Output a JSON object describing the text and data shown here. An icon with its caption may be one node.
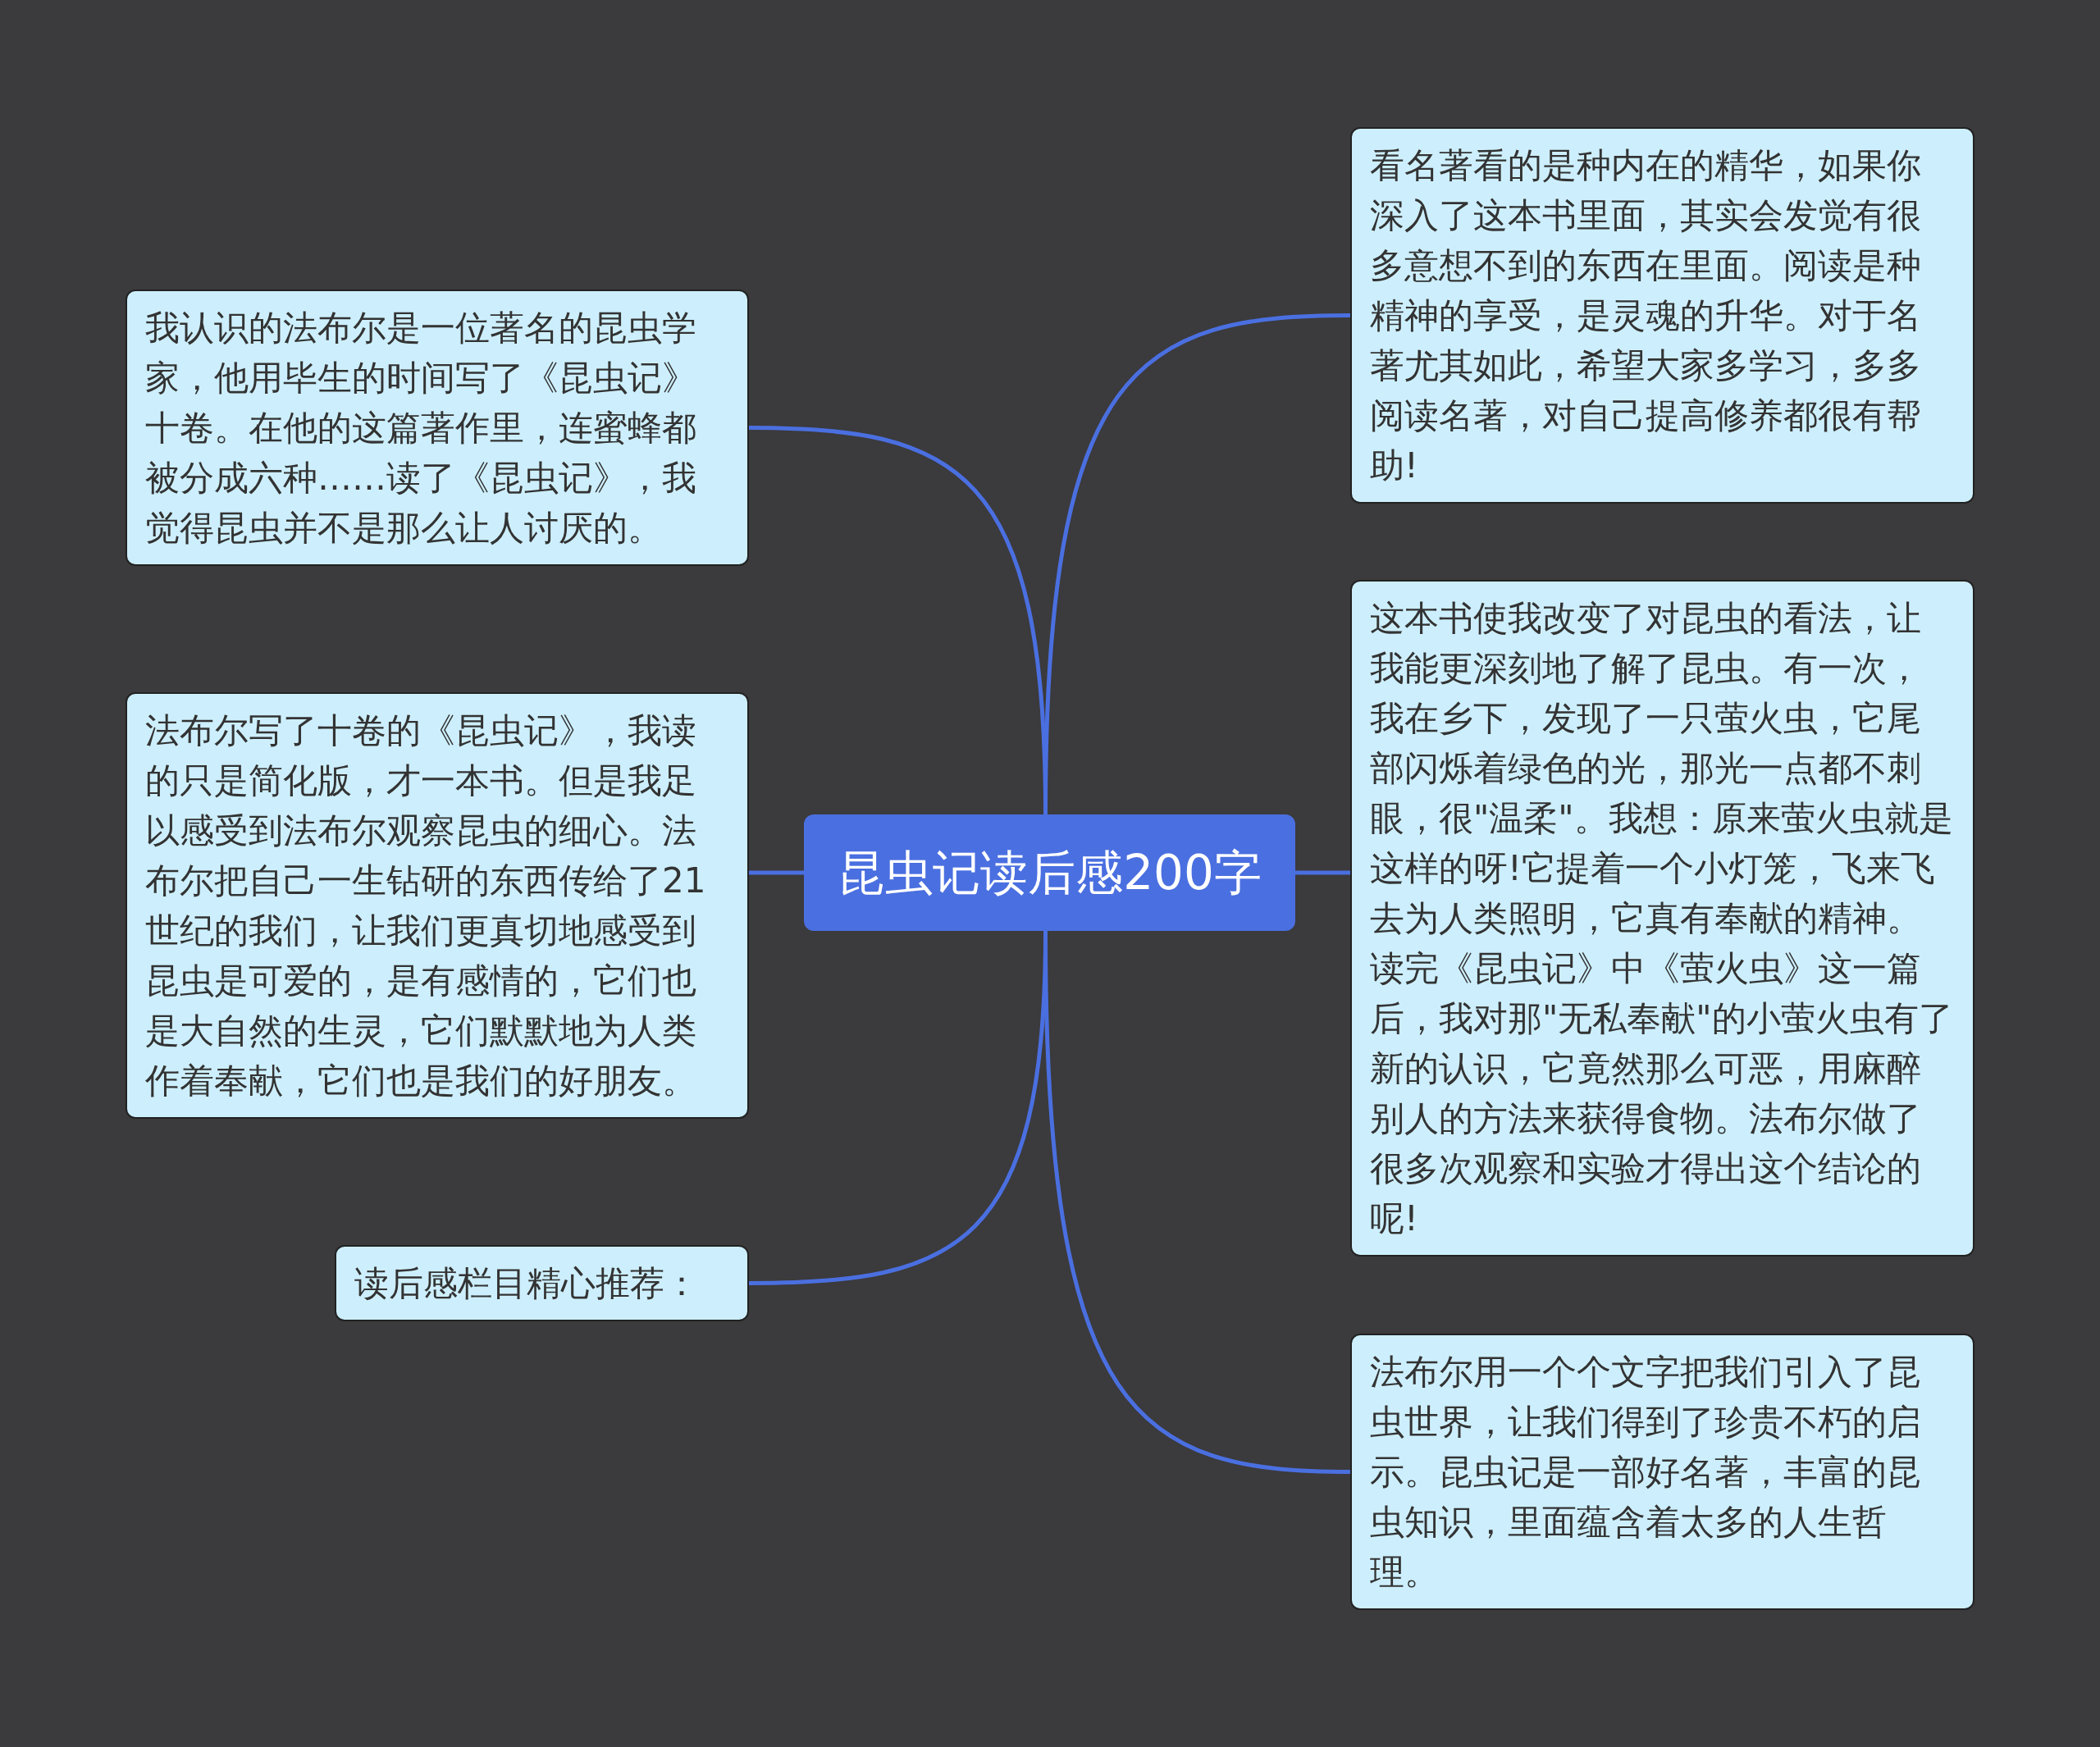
{
  "diagram": {
    "nodes": [
      {
        "text": [
          "昆虫记读后感200字"
        ]
      },
      {
        "text": [
          "我认识的法布尔是一位著名的昆虫学家，他用毕生的时间写了《昆虫记》十卷。在他的这篇著作里，连蜜蜂都被分成六种……读了《昆虫记》，我觉得昆虫并不是那么让人讨厌的。"
        ]
      },
      {
        "text": [
          "法布尔写了十卷的《昆虫记》，我读的只是简化版，才一本书。但是我足以感受到法布尔观察昆虫的细心。法布尔把自己一生钻研的东西传给了21世纪的我们，让我们更真切地感受到昆虫是可爱的，是有感情的，它们也是大自然的生灵，它们默默地为人类作着奉献，它们也是我们的好朋友。"
        ]
      },
      {
        "text": [
          "读后感栏目精心推荐："
        ]
      },
      {
        "text": [
          "看名著看的是种内在的精华，如果你深入了这本书里面，其实会发觉有很多意想不到的东西在里面。阅读是种精神的享受，是灵魂的升华。对于名著尤其如此，希望大家多学习，多多阅读名著，对自己提高修养都很有帮助!"
        ]
      },
      {
        "text": [
          "这本书使我改变了对昆虫的看法，让我能更深刻地了解了昆虫。有一次，我在乡下，发现了一只萤火虫，它尾部闪烁着绿色的光，那光一点都不刺眼，很\"温柔\"。我想：原来萤火虫就是这样的呀!它提着一个小灯笼，飞来飞去为人类照明，它真有奉献的精神。读完《昆虫记》中《萤火虫》这一篇后，我对那\"无私奉献\"的小萤火虫有了新的认识，它竟然那么可恶，用麻醉别人的方法来获得食物。法布尔做了很多次观察和实验才得出这个结论的呢!"
        ]
      },
      {
        "text": [
          "法布尔用一个个文字把我们引入了昆虫世界，让我们得到了珍贵不朽的启示。昆虫记是一部好名著，丰富的昆虫知识，里面蕴含着太多的人生哲理。"
        ]
      }
    ],
    "edges": [
      {
        "from": 0,
        "to": 1,
        "arrow": "none"
      },
      {
        "from": 0,
        "to": 2,
        "arrow": "none"
      },
      {
        "from": 0,
        "to": 3,
        "arrow": "none"
      },
      {
        "from": 0,
        "to": 4,
        "arrow": "none"
      },
      {
        "from": 0,
        "to": 5,
        "arrow": "none"
      },
      {
        "from": 0,
        "to": 6,
        "arrow": "none"
      }
    ]
  }
}
